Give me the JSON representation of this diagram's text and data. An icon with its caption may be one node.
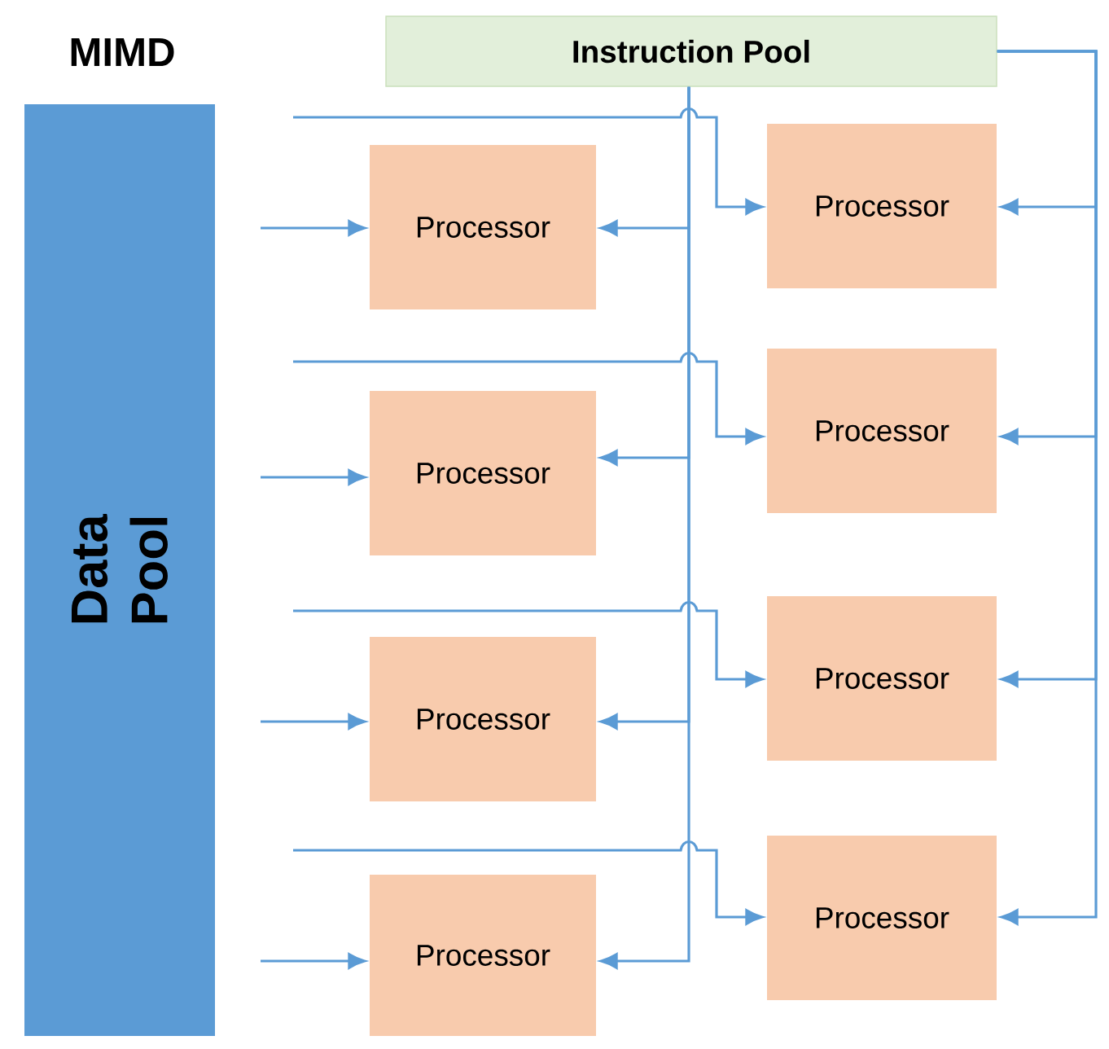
{
  "diagram": {
    "title": "MIMD",
    "nodes": [
      {
        "text": [
          "Instruction Pool"
        ]
      },
      {
        "text": [
          "Data Pool"
        ]
      },
      {
        "text": [
          "Processor"
        ]
      },
      {
        "text": [
          "Processor"
        ]
      },
      {
        "text": [
          "Processor"
        ]
      },
      {
        "text": [
          "Processor"
        ]
      },
      {
        "text": [
          "Processor"
        ]
      },
      {
        "text": [
          "Processor"
        ]
      },
      {
        "text": [
          "Processor"
        ]
      },
      {
        "text": [
          "Processor"
        ]
      }
    ],
    "edges": [
      {
        "from": 0,
        "to": 2,
        "arrow": "to"
      },
      {
        "from": 0,
        "to": 4,
        "arrow": "to"
      },
      {
        "from": 0,
        "to": 6,
        "arrow": "to"
      },
      {
        "from": 0,
        "to": 8,
        "arrow": "to"
      },
      {
        "from": 0,
        "to": 3,
        "arrow": "to"
      },
      {
        "from": 0,
        "to": 5,
        "arrow": "to"
      },
      {
        "from": 0,
        "to": 7,
        "arrow": "to"
      },
      {
        "from": 0,
        "to": 9,
        "arrow": "to"
      },
      {
        "from": null,
        "to": 3,
        "arrow": "to"
      },
      {
        "from": null,
        "to": 5,
        "arrow": "to"
      },
      {
        "from": null,
        "to": 7,
        "arrow": "to"
      },
      {
        "from": null,
        "to": 9,
        "arrow": "to"
      },
      {
        "from": null,
        "to": 2,
        "arrow": "to"
      },
      {
        "from": null,
        "to": 4,
        "arrow": "to"
      },
      {
        "from": null,
        "to": 6,
        "arrow": "to"
      },
      {
        "from": null,
        "to": 8,
        "arrow": "to"
      }
    ]
  }
}
